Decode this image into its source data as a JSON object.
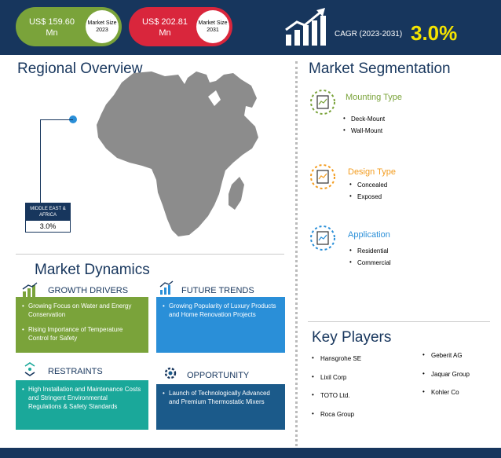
{
  "header": {
    "market_2023": {
      "value": "US$ 159.60 Mn",
      "label": "Market Size 2023"
    },
    "market_2031": {
      "value": "US$ 202.81 Mn",
      "label": "Market Size 2031"
    },
    "cagr_label": "CAGR (2023-2031)",
    "cagr_value": "3.0%"
  },
  "regional": {
    "title": "Regional Overview",
    "region_label": "MIDDLE EAST & AFRICA",
    "region_value": "3.0%"
  },
  "segmentation": {
    "title": "Market Segmentation",
    "groups": [
      {
        "title": "Mounting Type",
        "color": "#7aa33a",
        "items": [
          "Deck-Mount",
          "Wall-Mount"
        ]
      },
      {
        "title": "Design Type",
        "color": "#f39c1f",
        "items": [
          "Concealed",
          "Exposed"
        ]
      },
      {
        "title": "Application",
        "color": "#2a8fd8",
        "items": [
          "Residential",
          "Commercial"
        ]
      }
    ]
  },
  "dynamics": {
    "title": "Market Dynamics",
    "growth_drivers": {
      "title": "GROWTH DRIVERS",
      "items": [
        "Growing Focus on Water and Energy Conservation",
        "Rising Importance of Temperature Control for Safety"
      ]
    },
    "future_trends": {
      "title": "FUTURE TRENDS",
      "items": [
        "Growing Popularity of Luxury Products and Home Renovation Projects"
      ]
    },
    "restraints": {
      "title": "RESTRAINTS",
      "items": [
        "High Installation and Maintenance Costs and Stringent Environmental Regulations & Safety Standards"
      ]
    },
    "opportunity": {
      "title": "OPPORTUNITY",
      "items": [
        "Launch of Technologically Advanced and Premium Thermostatic Mixers"
      ]
    }
  },
  "key_players": {
    "title": "Key Players",
    "col1": [
      "Hansgrohe SE",
      "Lixil Corp",
      "TOTO Ltd.",
      "Roca Group"
    ],
    "col2": [
      "Geberit AG",
      "Jaquar Group",
      "Kohler Co"
    ]
  },
  "colors": {
    "navy": "#17365d",
    "green": "#7aa33a",
    "red": "#d9263c",
    "yellow": "#f5e400",
    "blue": "#2a8fd8",
    "orange": "#f39c1f",
    "teal": "#1aa89a",
    "dark_blue": "#1b5a8a"
  }
}
